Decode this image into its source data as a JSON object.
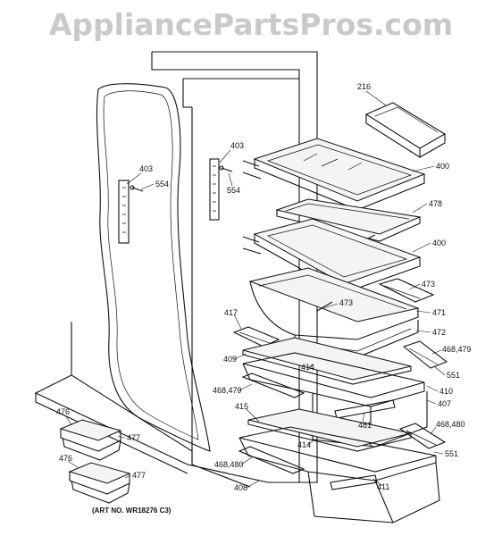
{
  "watermark": "AppliancePartsPros.com",
  "art_number": "(ART NO. WR18276 C3)",
  "callouts": [
    {
      "id": "216"
    },
    {
      "id": "400a",
      "text": "400"
    },
    {
      "id": "403a",
      "text": "403"
    },
    {
      "id": "554a",
      "text": "554"
    },
    {
      "id": "403b",
      "text": "403"
    },
    {
      "id": "554b",
      "text": "554"
    },
    {
      "id": "478"
    },
    {
      "id": "400b",
      "text": "400"
    },
    {
      "id": "473a",
      "text": "473"
    },
    {
      "id": "473b",
      "text": "473"
    },
    {
      "id": "417"
    },
    {
      "id": "471"
    },
    {
      "id": "472"
    },
    {
      "id": "409"
    },
    {
      "id": "414a",
      "text": "414"
    },
    {
      "id": "468_479a",
      "text": "468,479"
    },
    {
      "id": "551a",
      "text": "551"
    },
    {
      "id": "468_479b",
      "text": "468,479"
    },
    {
      "id": "410"
    },
    {
      "id": "407"
    },
    {
      "id": "415"
    },
    {
      "id": "481"
    },
    {
      "id": "468_480a",
      "text": "468,480"
    },
    {
      "id": "476a",
      "text": "476"
    },
    {
      "id": "477a",
      "text": "477"
    },
    {
      "id": "414b",
      "text": "414"
    },
    {
      "id": "551b",
      "text": "551"
    },
    {
      "id": "476b",
      "text": "476"
    },
    {
      "id": "477b",
      "text": "477"
    },
    {
      "id": "468_480b",
      "text": "468,480"
    },
    {
      "id": "411"
    },
    {
      "id": "408"
    }
  ],
  "labels": {
    "c216": "216",
    "c400a": "400",
    "c403a": "403",
    "c554a": "554",
    "c403b": "403",
    "c554b": "554",
    "c478": "478",
    "c400b": "400",
    "c473a": "473",
    "c473b": "473",
    "c417": "417",
    "c471": "471",
    "c472": "472",
    "c409": "409",
    "c414a": "414",
    "c468_479a": "468,479",
    "c551a": "551",
    "c468_479b": "468,479",
    "c410": "410",
    "c407": "407",
    "c415": "415",
    "c481": "481",
    "c468_480a": "468,480",
    "c476a": "476",
    "c477a": "477",
    "c414b": "414",
    "c551b": "551",
    "c476b": "476",
    "c477b": "477",
    "c468_480b": "468,480",
    "c411": "411",
    "c408": "408"
  }
}
